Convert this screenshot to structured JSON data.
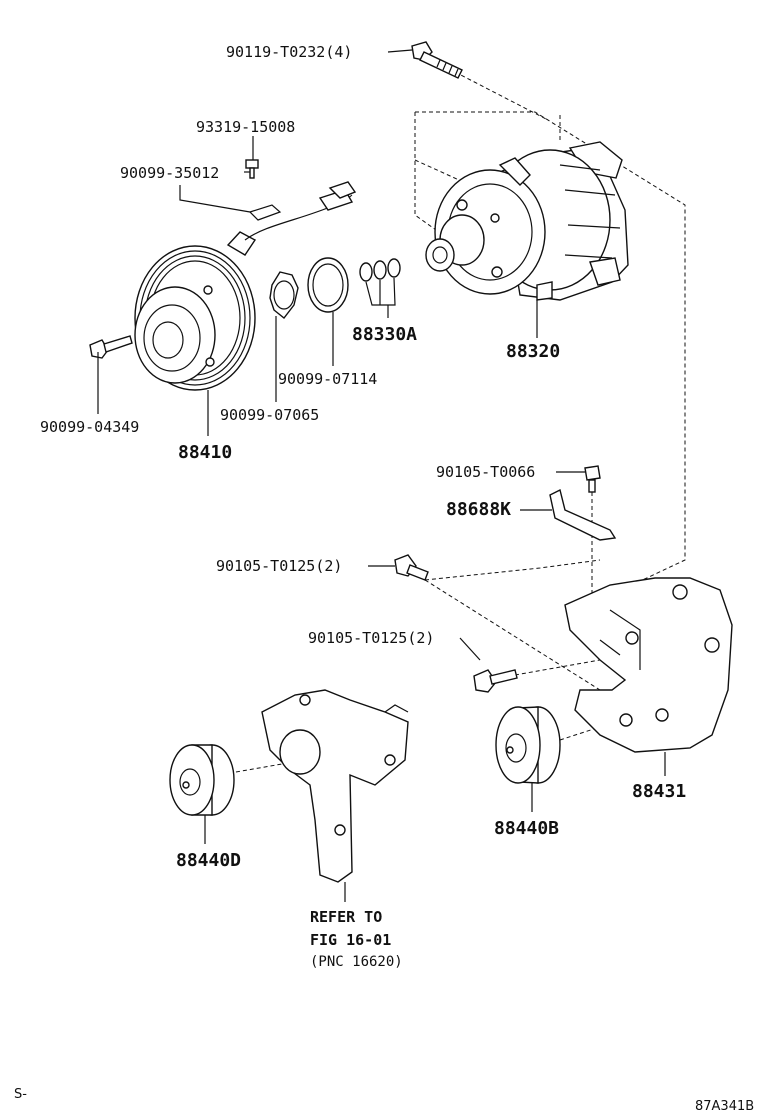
{
  "labels": {
    "bolt_compressor": "90119-T0232(4)",
    "screw_93319": "93319-15008",
    "clip_90099_35012": "90099-35012",
    "shims": "88330A",
    "compressor": "88320",
    "snap_ring_07114": "90099-07114",
    "bolt_04349": "90099-04349",
    "ring_07065": "90099-07065",
    "clutch": "88410",
    "bolt_t0066": "90105-T0066",
    "bracket_k": "88688K",
    "bolt_t0125_upper": "90105-T0125(2)",
    "bolt_t0125_lower": "90105-T0125(2)",
    "bracket_88431": "88431",
    "idler_b": "88440B",
    "idler_d": "88440D"
  },
  "reference": {
    "line1": "REFER TO",
    "line2": "FIG 16-01",
    "line3": "(PNC 16620)"
  },
  "footer": {
    "left": "S-",
    "right": "87A341B"
  }
}
